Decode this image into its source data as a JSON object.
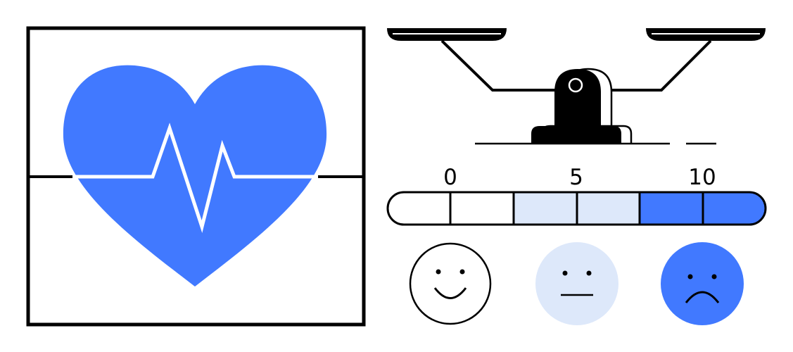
{
  "colors": {
    "blue": "#4179FF",
    "light_blue": "#DDE8FA",
    "ink": "#000000"
  },
  "scale_labels": [
    "0",
    "5",
    "10"
  ],
  "rating_bar": {
    "segments": 6,
    "levels": [
      "low",
      "medium",
      "high"
    ]
  },
  "faces": [
    {
      "mood": "happy",
      "icon": "smiley-face-icon"
    },
    {
      "mood": "neutral",
      "icon": "neutral-face-icon"
    },
    {
      "mood": "sad",
      "icon": "sad-face-icon"
    }
  ]
}
